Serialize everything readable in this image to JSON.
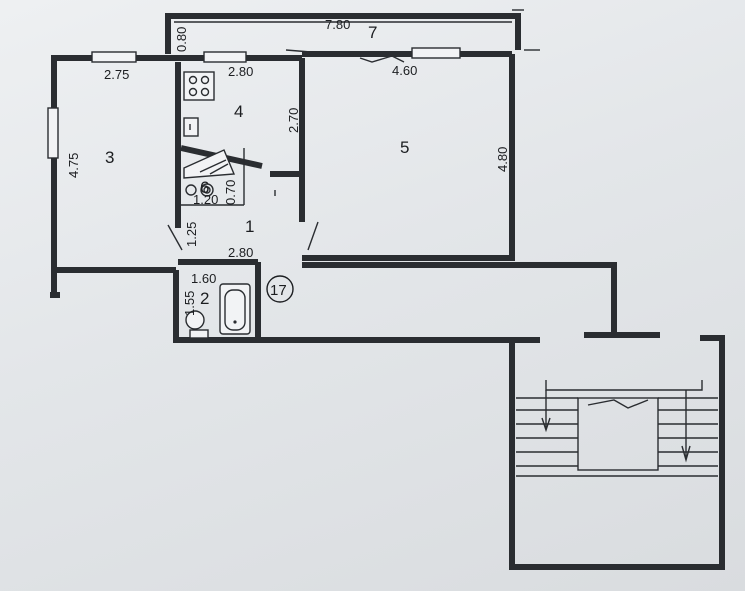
{
  "rooms": [
    {
      "id": "1",
      "label": "1"
    },
    {
      "id": "2",
      "label": "2"
    },
    {
      "id": "3",
      "label": "3"
    },
    {
      "id": "4",
      "label": "4"
    },
    {
      "id": "5",
      "label": "5"
    },
    {
      "id": "6",
      "label": "6"
    },
    {
      "id": "7",
      "label": "7"
    }
  ],
  "dimensions": {
    "balcony_width": "7.80",
    "balcony_depth": "0.80",
    "room3_width": "2.75",
    "room3_length": "4.75",
    "kitchen_width": "2.80",
    "kitchen_length": "2.70",
    "room5_width": "4.60",
    "room5_length": "4.80",
    "storage_width": "1.20",
    "storage_length": "0.70",
    "hall_width": "1.25",
    "hall_length": "2.80",
    "bath_width": "1.60",
    "bath_length": "1.55"
  },
  "apartment_number": "17"
}
